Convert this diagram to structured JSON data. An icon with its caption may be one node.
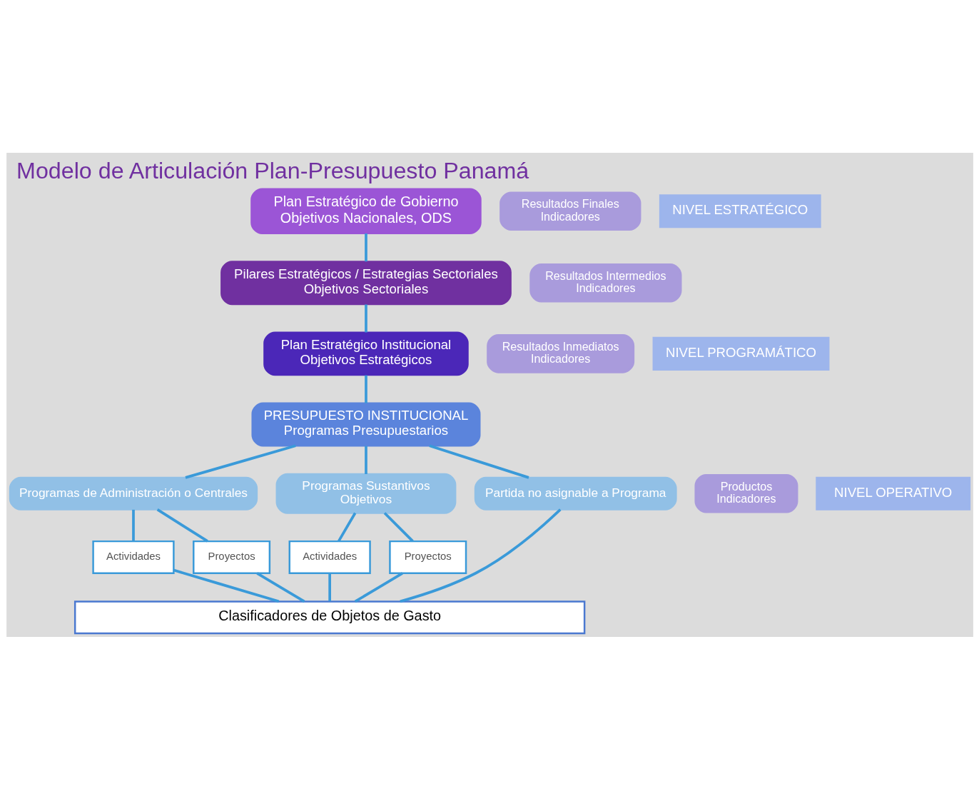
{
  "diagram": {
    "title": "Modelo de Articulación Plan-Presupuesto Panamá",
    "nodes": [
      {
        "text": [
          "Plan Estratégico de Gobierno",
          "Objetivos Nacionales, ODS"
        ]
      },
      {
        "text": [
          "Resultados Finales",
          "Indicadores"
        ]
      },
      {
        "text": [
          "Pilares Estratégicos / Estrategias Sectoriales",
          "Objetivos Sectoriales"
        ]
      },
      {
        "text": [
          "Resultados Intermedios",
          "Indicadores"
        ]
      },
      {
        "text": [
          "Plan Estratégico Institucional",
          "Objetivos Estratégicos"
        ]
      },
      {
        "text": [
          "Resultados Inmediatos",
          "Indicadores"
        ]
      },
      {
        "text": [
          "PRESUPUESTO INSTITUCIONAL",
          "Programas Presupuestarios"
        ]
      },
      {
        "text": [
          "Programas de Administración o Centrales"
        ]
      },
      {
        "text": [
          "Programas Sustantivos",
          "Objetivos"
        ]
      },
      {
        "text": [
          "Productos",
          "Indicadores"
        ]
      },
      {
        "text": [
          "Partida no asignable a Programa"
        ]
      },
      {
        "text": [
          "Actividades"
        ]
      },
      {
        "text": [
          "Proyectos"
        ]
      },
      {
        "text": [
          "Actividades"
        ]
      },
      {
        "text": [
          "Proyectos"
        ]
      },
      {
        "text": [
          "Clasificadores de Objetos de Gasto"
        ]
      },
      {
        "text": [
          "NIVEL ESTRATÉGICO"
        ]
      },
      {
        "text": [
          "NIVEL PROGRAMÁTICO"
        ]
      },
      {
        "text": [
          "NIVEL OPERATIVO"
        ]
      }
    ],
    "edges": [
      {
        "from": 0,
        "to": 2,
        "arrow": "none"
      },
      {
        "from": 2,
        "to": 4,
        "arrow": "none"
      },
      {
        "from": 4,
        "to": 6,
        "arrow": "none"
      },
      {
        "from": 6,
        "to": 7,
        "arrow": "none"
      },
      {
        "from": 6,
        "to": 8,
        "arrow": "none"
      },
      {
        "from": 6,
        "to": 10,
        "arrow": "none"
      },
      {
        "from": 7,
        "to": 11,
        "arrow": "none"
      },
      {
        "from": 7,
        "to": 12,
        "arrow": "none"
      },
      {
        "from": 8,
        "to": 13,
        "arrow": "none"
      },
      {
        "from": 8,
        "to": 14,
        "arrow": "none"
      },
      {
        "from": 11,
        "to": 15,
        "arrow": "none"
      },
      {
        "from": 12,
        "to": 15,
        "arrow": "none"
      },
      {
        "from": 13,
        "to": 15,
        "arrow": "none"
      },
      {
        "from": 14,
        "to": 15,
        "arrow": "none"
      },
      {
        "from": 10,
        "to": 15,
        "arrow": "none"
      }
    ]
  }
}
